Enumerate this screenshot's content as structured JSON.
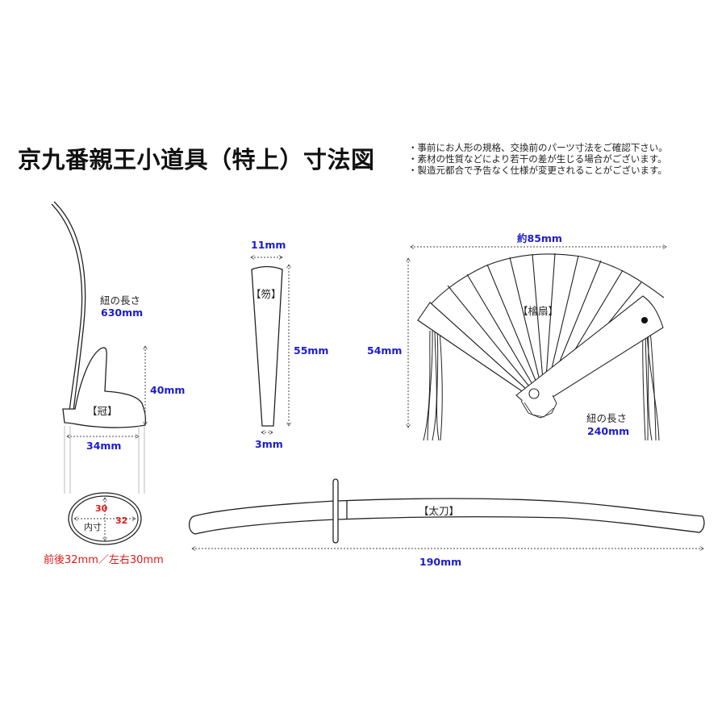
{
  "title": "京九番親王小道具（特上）寸法図",
  "notes": [
    "・事前にお人形の規格、交換前のパーツ寸法をご確認下さい。",
    "・素材の性質などにより若干の差が生じる場合がございます。",
    "・製造元都合で予告なく仕様が変更されることがございます。"
  ],
  "colors": {
    "dimension": "#1c1ccf",
    "inner_size": "#e31818",
    "line": "#222222"
  },
  "kanmuri": {
    "part_label": "【冠】",
    "cord_label": "紐の長さ",
    "cord_length": "630mm",
    "height": "40mm",
    "width": "34mm",
    "inner": {
      "label": "内寸",
      "vertical": "30",
      "horizontal": "32",
      "caption": "前後32mm／左右30mm"
    }
  },
  "shaku": {
    "part_label": "【笏】",
    "top_width": "11mm",
    "length": "55mm",
    "bottom_width": "3mm"
  },
  "hiougi": {
    "part_label": "【檜扇】",
    "width": "約85mm",
    "height": "54mm",
    "cord_label": "紐の長さ",
    "cord_length": "240mm"
  },
  "tachi": {
    "part_label": "【太刀】",
    "length": "190mm"
  }
}
